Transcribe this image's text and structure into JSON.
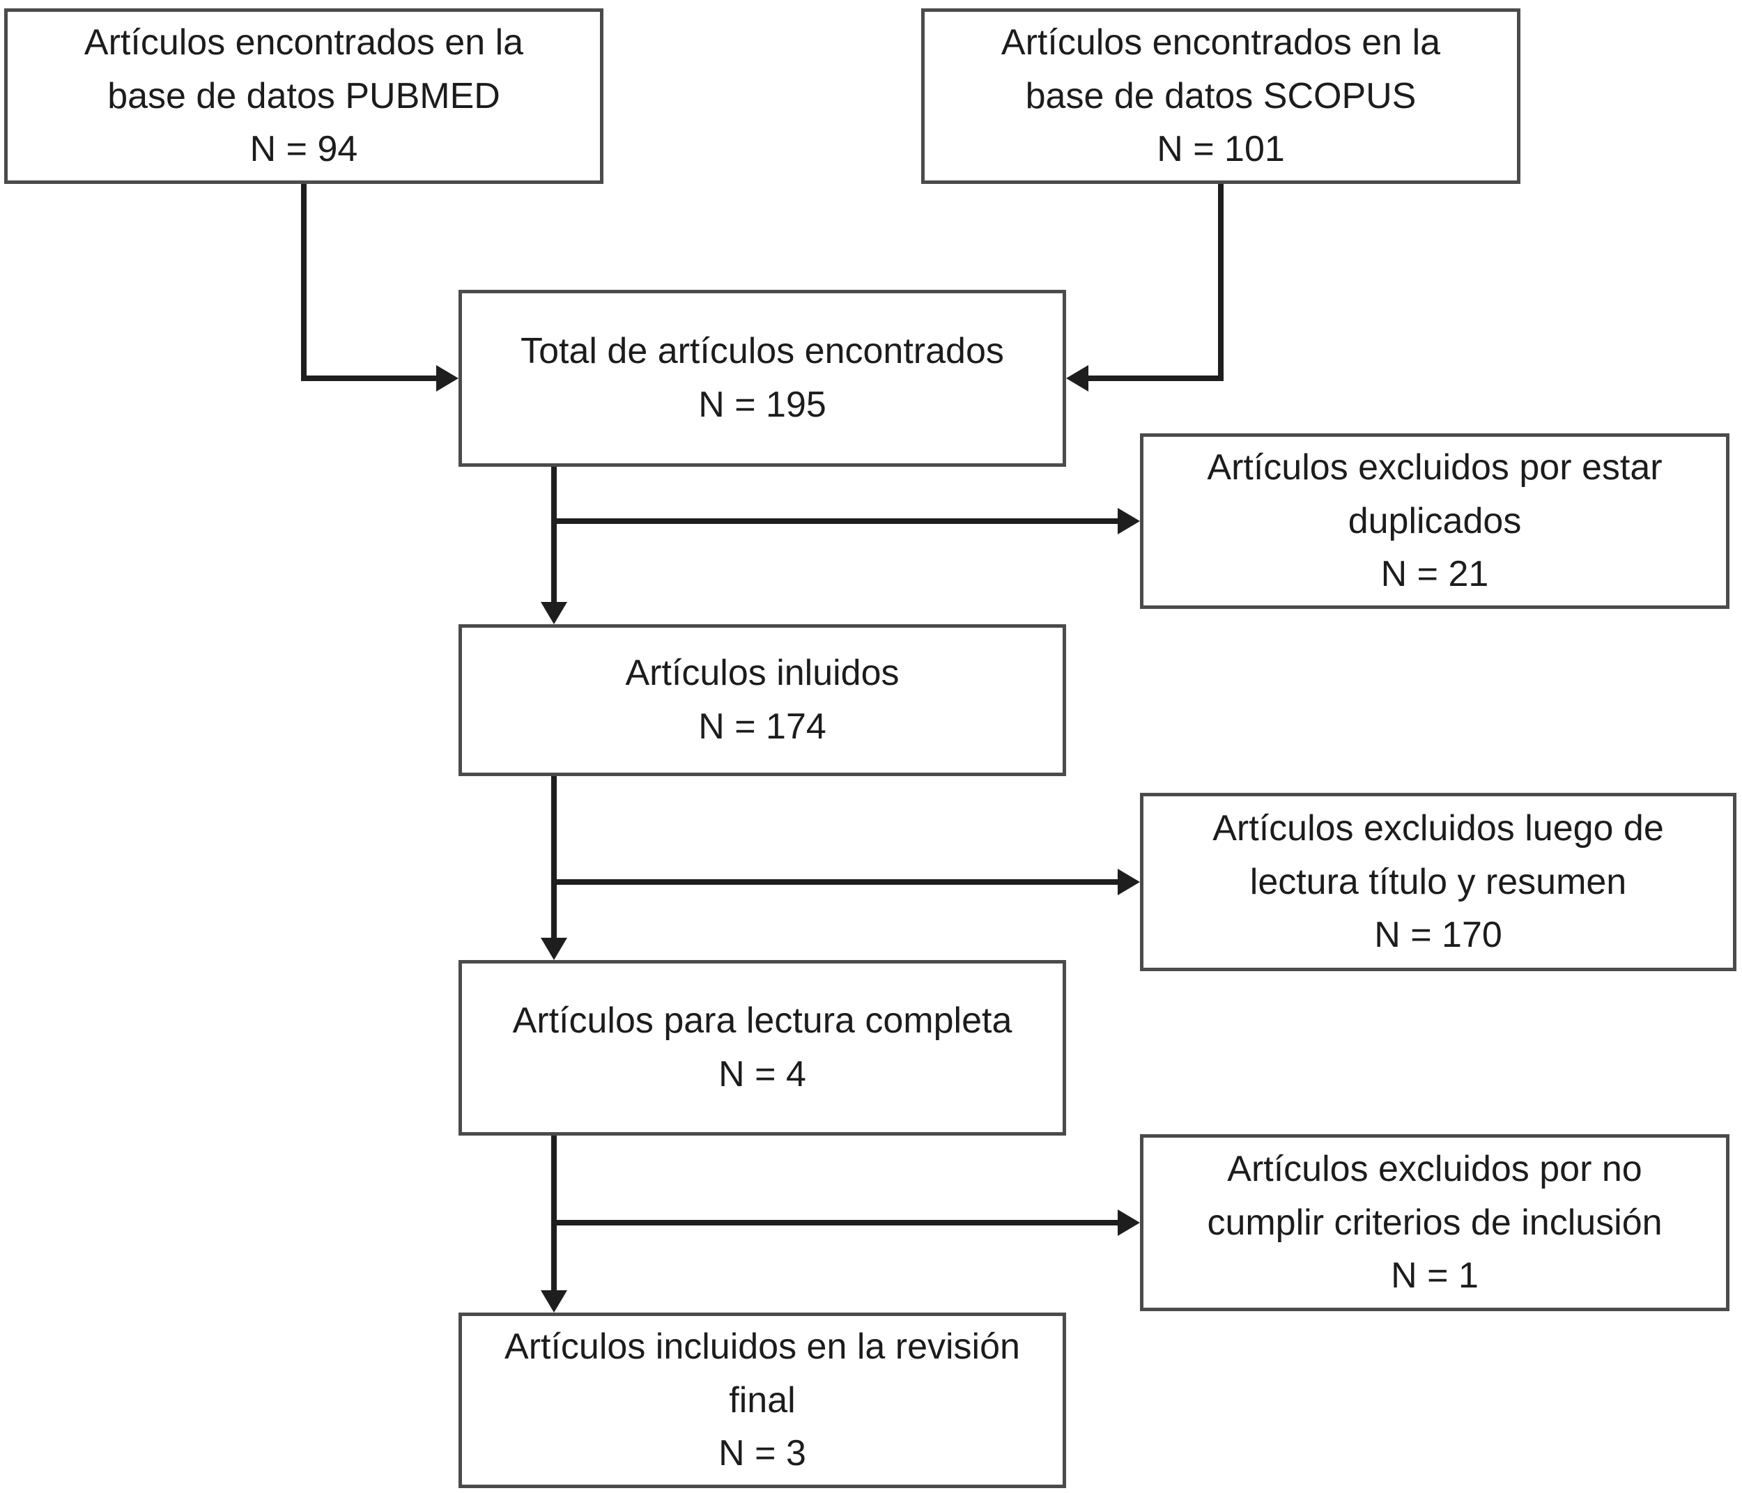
{
  "diagram": {
    "type": "flowchart",
    "language": "es",
    "colors": {
      "background": "#ffffff",
      "box_border": "#4b4b4b",
      "connector": "#1e1e1e",
      "text": "#1c1c1c"
    },
    "boxes": {
      "pubmed": {
        "lines": [
          "Artículos encontrados en la",
          "base de datos PUBMED"
        ],
        "count": "N = 94"
      },
      "scopus": {
        "lines": [
          "Artículos encontrados en la",
          "base de datos SCOPUS"
        ],
        "count": "N = 101"
      },
      "total": {
        "lines": [
          "Total de artículos encontrados"
        ],
        "count": "N = 195"
      },
      "excluded_duplicates": {
        "lines": [
          "Artículos excluidos por estar",
          "duplicados"
        ],
        "count": "N = 21"
      },
      "included": {
        "lines": [
          "Artículos inluidos"
        ],
        "count": "N = 174"
      },
      "excluded_title_abstract": {
        "lines": [
          "Artículos excluidos luego de",
          "lectura título y resumen"
        ],
        "count": "N = 170"
      },
      "full_text": {
        "lines": [
          "Artículos para lectura completa"
        ],
        "count": "N = 4"
      },
      "excluded_criteria": {
        "lines": [
          "Artículos excluidos por no",
          "cumplir criterios de inclusión"
        ],
        "count": "N = 1"
      },
      "final_review": {
        "lines": [
          "Artículos incluidos en la revisión",
          "final"
        ],
        "count": "N = 3"
      }
    }
  }
}
